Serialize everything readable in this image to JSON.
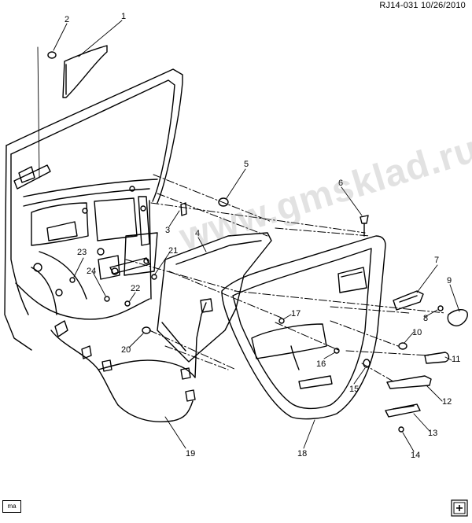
{
  "header": {
    "code": "RJ14-031",
    "date": "10/26/2010"
  },
  "watermark": "www.gmsklad.ru",
  "corner_tag": "ma",
  "callouts": [
    "1",
    "2",
    "3",
    "4",
    "5",
    "6",
    "7",
    "8",
    "9",
    "10",
    "11",
    "12",
    "13",
    "14",
    "15",
    "16",
    "17",
    "18",
    "19",
    "20",
    "21",
    "22",
    "23",
    "24"
  ],
  "colors": {
    "line": "#000000",
    "watermark": "#9a9a9a",
    "background": "#ffffff"
  }
}
